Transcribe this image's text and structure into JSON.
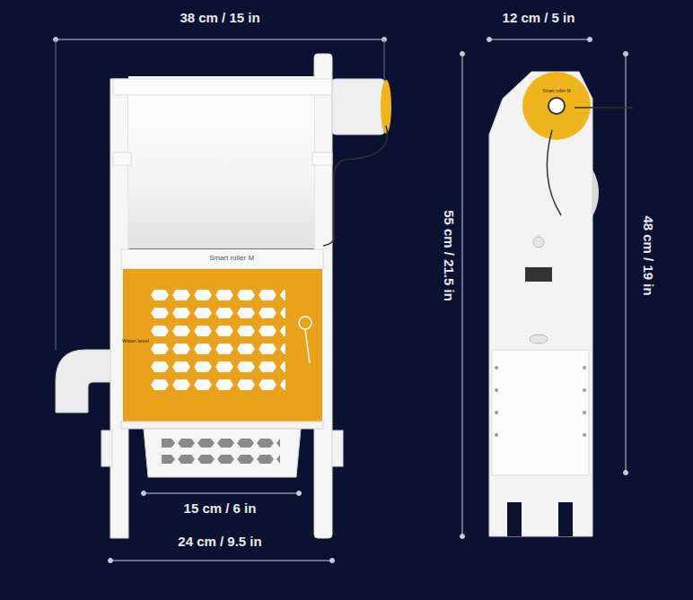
{
  "diagram": {
    "labels": [
      "38 cm / 15 in",
      "12 cm / 5 in",
      "55 cm / 21.5 in",
      "48 cm / 19 in",
      "15 cm / 6 in",
      "24 cm / 9.5 in",
      "Smart roller M",
      "Water level",
      "Smart roller M"
    ]
  }
}
